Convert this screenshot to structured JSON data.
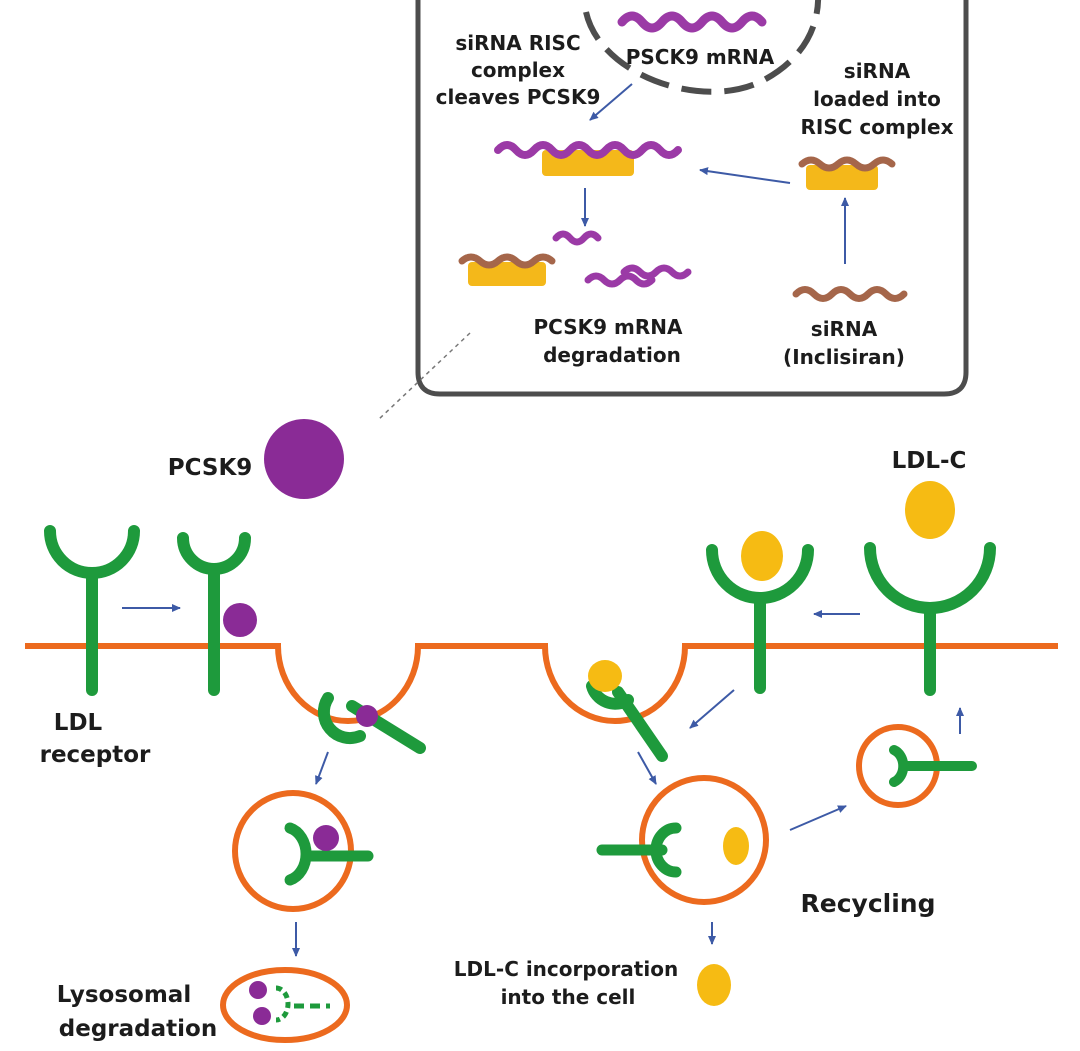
{
  "colors": {
    "membrane": "#ec6a1e",
    "receptor": "#1e9a3c",
    "pcsk9": "#8a2b96",
    "ldl": "#f6bb13",
    "risc": "#f4b81a",
    "sirna": "#a5664a",
    "mrna": "#9b3aa6",
    "arrow": "#3d5aa6",
    "text": "#1c1c1c",
    "box": "#4d4d4d"
  },
  "labels": {
    "pcsk9_mrna": "PSCK9 mRNA",
    "risc_cleaves": [
      "siRNA RISC",
      "complex",
      "cleaves PCSK9"
    ],
    "sirna_loaded": [
      "siRNA",
      "loaded into",
      "RISC complex"
    ],
    "mrna_degradation": [
      "PCSK9 mRNA",
      "degradation"
    ],
    "sirna_drug": [
      "siRNA",
      "(Inclisiran)"
    ],
    "pcsk9": "PCSK9",
    "ldl_c": "LDL-C",
    "ldl_receptor": [
      "LDL",
      "receptor"
    ],
    "recycling": "Recycling",
    "lysosomal": [
      "Lysosomal",
      "degradation"
    ],
    "incorporation": [
      "LDL-C incorporation",
      "into the cell"
    ]
  }
}
